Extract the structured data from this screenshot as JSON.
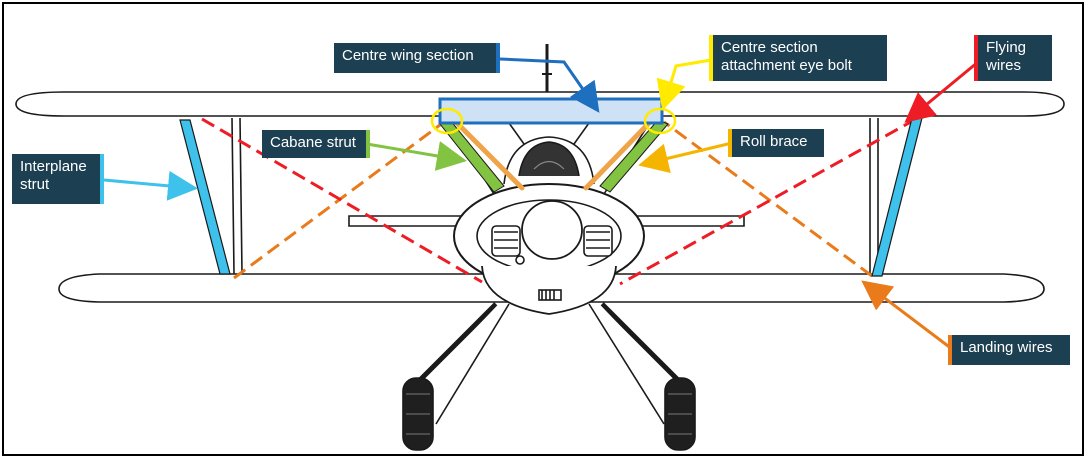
{
  "colors": {
    "label_bg": "#1c3f52",
    "label_text": "#ffffff",
    "drawing_ink": "#1a1a1a",
    "centre_wing_section": "#1f6fbf",
    "centre_wing_fill": "#cfe2f5",
    "eye_bolt": "#ffea00",
    "cabane_strut": "#82c341",
    "roll_brace": "#f4b400",
    "interplane_strut": "#3ec1ea",
    "flying_wires": "#ee1c25",
    "landing_wires": "#e97b1a"
  },
  "labels": {
    "centre_wing_section": {
      "text": "Centre wing section",
      "accent": "#1f6fbf"
    },
    "eye_bolt": {
      "lines": [
        "Centre section",
        "attachment eye bolt"
      ],
      "accent": "#ffea00"
    },
    "flying_wires": {
      "lines": [
        "Flying",
        "wires"
      ],
      "accent": "#ee1c25"
    },
    "cabane_strut": {
      "text": "Cabane strut",
      "accent": "#82c341"
    },
    "roll_brace": {
      "text": "Roll brace",
      "accent": "#f4b400"
    },
    "interplane_strut": {
      "lines": [
        "Interplane",
        "strut"
      ],
      "accent": "#3ec1ea"
    },
    "landing_wires": {
      "text": "Landing wires",
      "accent": "#e97b1a"
    }
  }
}
